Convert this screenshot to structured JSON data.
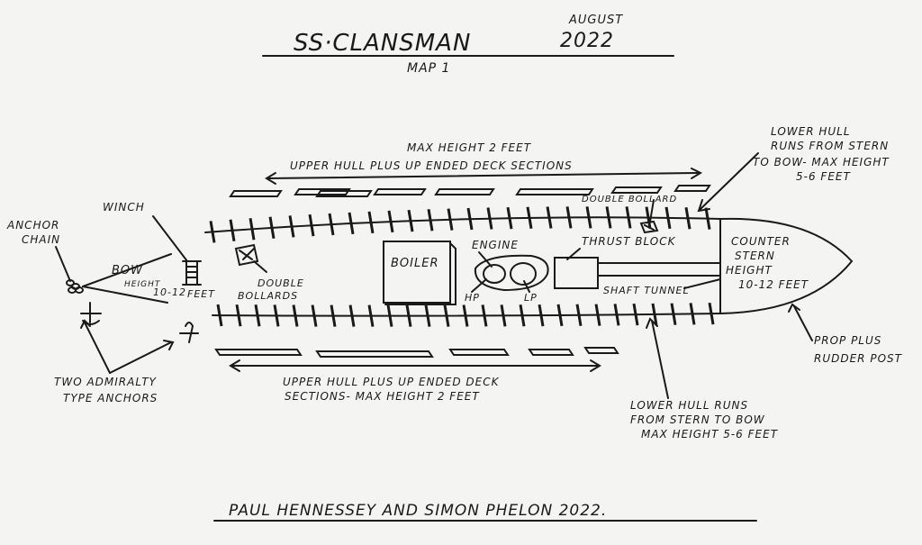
{
  "title": "SS·CLANSMAN",
  "date_month": "AUGUST",
  "date_year": "2022",
  "map_label": "MAP 1",
  "labels": {
    "upper_top_1": "MAX HEIGHT 2 FEET",
    "upper_top_2": "UPPER HULL PLUS UP ENDED DECK SECTIONS",
    "lower_top_1": "LOWER HULL",
    "lower_top_2": "RUNS FROM STERN",
    "lower_top_3": "TO BOW- MAX HEIGHT",
    "lower_top_4": "5-6 FEET",
    "double_bollard": "DOUBLE BOLLARD",
    "winch": "WINCH",
    "anchor_chain_1": "ANCHOR",
    "anchor_chain_2": "CHAIN",
    "bow": "BOW",
    "bow_height": "HEIGHT",
    "bow_value": "10-12",
    "bow_feet": "FEET",
    "double_bollards_1": "DOUBLE",
    "double_bollards_2": "BOLLARDS",
    "boiler": "BOILER",
    "engine": "ENGINE",
    "hp": "HP",
    "lp": "LP",
    "thrust_block": "THRUST BLOCK",
    "shaft_tunnel": "SHAFT TUNNEL",
    "counter_1": "COUNTER",
    "counter_2": "STERN",
    "counter_3": "HEIGHT",
    "counter_4": "10-12 FEET",
    "prop_1": "PROP PLUS",
    "prop_2": "RUDDER POST",
    "anchors_1": "TWO ADMIRALTY",
    "anchors_2": "TYPE ANCHORS",
    "upper_bottom_1": "UPPER HULL PLUS UP ENDED DECK",
    "upper_bottom_2": "SECTIONS- MAX HEIGHT 2 FEET",
    "lower_bottom_1": "LOWER HULL RUNS",
    "lower_bottom_2": "FROM STERN TO BOW",
    "lower_bottom_3": "MAX HEIGHT 5-6 FEET"
  },
  "credit": "PAUL HENNESSEY AND SIMON PHELON 2022."
}
